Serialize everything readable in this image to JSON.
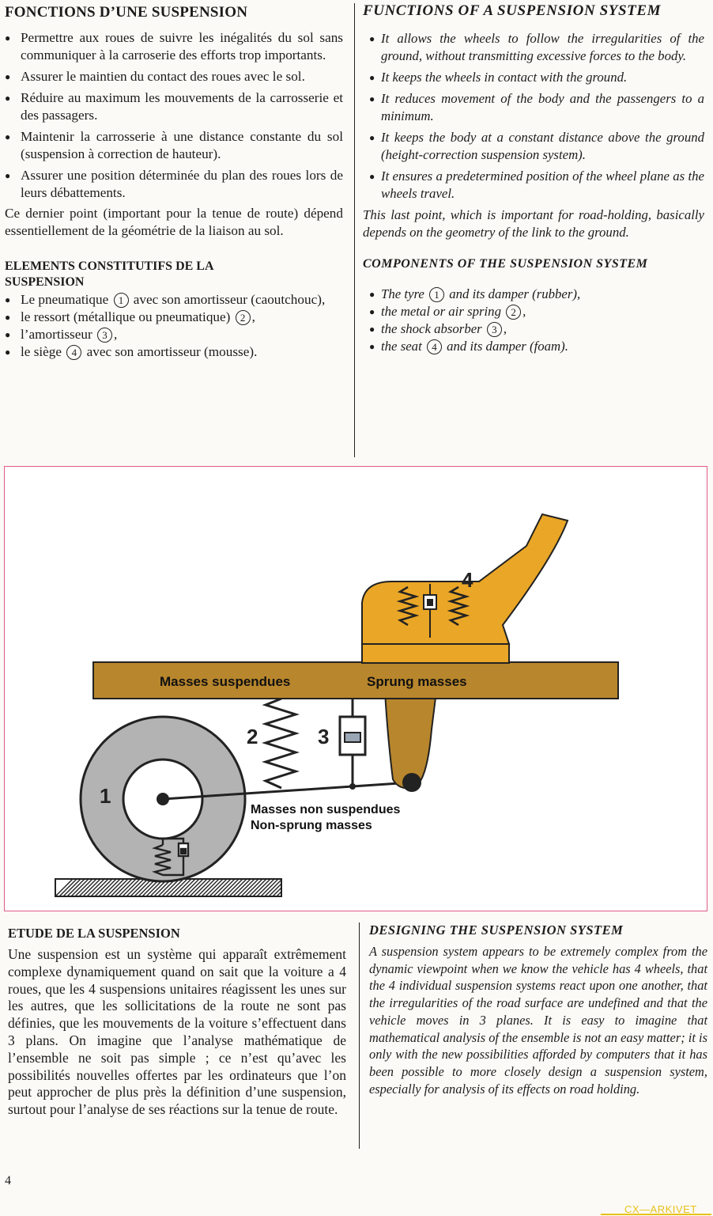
{
  "french": {
    "title": "FONCTIONS D’UNE SUSPENSION",
    "bullets": [
      "Permettre aux roues de suivre les inégalités du sol sans communiquer à la carroserie des efforts trop importants.",
      "Assurer le maintien du contact des roues avec le sol.",
      "Réduire au maximum les mouvements de la carrosserie et des passagers.",
      "Maintenir la carrosserie à une distance constante du sol (suspension à correction de hauteur).",
      "Assurer une position déterminée du plan des roues lors de leurs débattements."
    ],
    "paragraph": "Ce dernier point (important pour la tenue de route) dépend essentiellement de la géométrie de la liaison au sol.",
    "components_title": "ELEMENTS CONSTITUTIFS DE LA SUSPENSION",
    "components": [
      {
        "pre": "Le pneumatique",
        "num": "1",
        "post": "avec son amortisseur (caoutchouc),"
      },
      {
        "pre": "le ressort (métallique ou pneumatique)",
        "num": "2",
        "post": ","
      },
      {
        "pre": "l’amortisseur",
        "num": "3",
        "post": ","
      },
      {
        "pre": "le siège",
        "num": "4",
        "post": "avec son amortisseur (mousse)."
      }
    ],
    "study_title": "ETUDE DE LA SUSPENSION",
    "study_text": "Une suspension est un système qui apparaît extrêmement complexe dynamiquement quand on sait que la voiture a 4 roues, que les 4 suspensions unitaires réagissent les unes sur les autres, que les sollicitations de la route ne sont pas définies, que les mouvements de la voiture s’effectuent dans 3 plans. On imagine que l’analyse mathématique de l’ensemble ne soit pas simple ; ce n’est qu’avec les possibilités nouvelles offertes par les ordinateurs que l’on peut approcher de plus près la définition d’une suspension, surtout pour l’analyse de ses réactions sur la tenue de route."
  },
  "english": {
    "title": "FUNCTIONS OF A SUSPENSION SYSTEM",
    "bullets": [
      "It allows the wheels to follow the irregularities of the ground, without transmitting excessive forces to the body.",
      "It keeps the wheels in contact with the ground.",
      "It reduces movement of the body and the passengers to a minimum.",
      "It keeps the body at a constant distance above the ground (height-correction suspension system).",
      "It ensures a predetermined position of the wheel plane as the wheels travel."
    ],
    "paragraph": "This last point, which is important for road-holding, basically depends on the geometry of the link to the ground.",
    "components_title": "COMPONENTS OF THE SUSPENSION SYSTEM",
    "components": [
      {
        "pre": "The tyre",
        "num": "1",
        "post": "and its damper (rubber),"
      },
      {
        "pre": "the metal or air spring",
        "num": "2",
        "post": ","
      },
      {
        "pre": "the shock absorber",
        "num": "3",
        "post": ","
      },
      {
        "pre": "the seat",
        "num": "4",
        "post": "and its damper (foam)."
      }
    ],
    "study_title": "DESIGNING THE SUSPENSION SYSTEM",
    "study_text": "A suspension system appears to be extremely complex from the dynamic viewpoint when we know the vehicle has 4 wheels, that the 4 individual suspension systems react upon one another, that the irregularities of the road surface are undefined and that the vehicle moves in 3 planes. It is easy to imagine that mathematical analysis of the ensemble is not an easy matter; it is only with the new possibilities afforded by computers that it has been possible to more closely design a suspension system, especially for analysis of its effects on road holding."
  },
  "diagram": {
    "sprung_fr": "Masses suspendues",
    "sprung_en": "Sprung masses",
    "unsprung_fr": "Masses non suspendues",
    "unsprung_en": "Non-sprung masses",
    "n1": "1",
    "n2": "2",
    "n3": "3",
    "n4": "4",
    "colors": {
      "body": "#b8862c",
      "seat": "#eaa626",
      "wheel": "#b3b3b3",
      "frame": "#e05c8a"
    }
  },
  "page_number": "4",
  "watermark": "CX—ARKIVET"
}
